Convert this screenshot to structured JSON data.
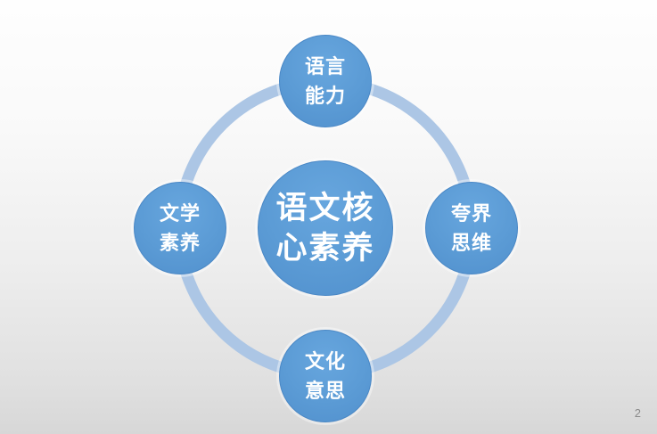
{
  "slide": {
    "page_number": "2",
    "colors": {
      "node_fill": "#5B9BD5",
      "ring": "#ACC6E5",
      "node_text": "#FFFFFF",
      "page_number_text": "#8A8A8A",
      "background_top": "#FEFEFE",
      "background_bottom": "#D7D7D7"
    }
  },
  "diagram": {
    "center": {
      "label": "语文核心素养",
      "lines": [
        "语文核",
        "心素养"
      ]
    },
    "nodes": [
      {
        "position": "top",
        "label": "语言能力",
        "lines": [
          "语言",
          "能力"
        ]
      },
      {
        "position": "right",
        "label": "夸界思维",
        "lines": [
          "夸界",
          "思维"
        ]
      },
      {
        "position": "bottom",
        "label": "文化意思",
        "lines": [
          "文化",
          "意思"
        ]
      },
      {
        "position": "left",
        "label": "文学素养",
        "lines": [
          "文学",
          "素养"
        ]
      }
    ]
  }
}
